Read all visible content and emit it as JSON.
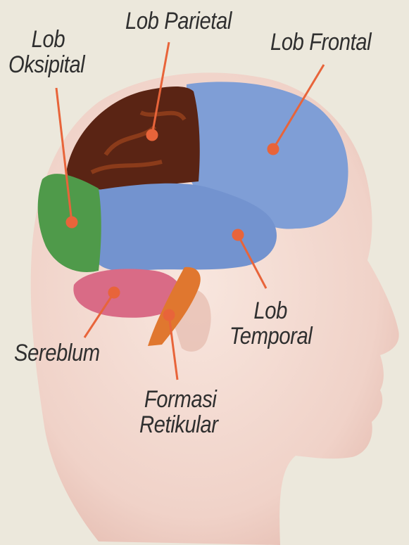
{
  "colors": {
    "background": "#ece8dc",
    "skin": "#f2d7cf",
    "lob_frontal": "#7f9ed6",
    "lob_temporal": "#7393cf",
    "lob_parietal": "#5a2414",
    "lob_oksipital": "#4f9a4a",
    "sereblum": "#d96b86",
    "formasi_retikular": "#e0772f",
    "pointer": "#e8643a"
  },
  "labels": {
    "lob_parietal": "Lob Parietal",
    "lob_frontal": "Lob Frontal",
    "lob_oksipital_line1": "Lob",
    "lob_oksipital_line2": "Oksipital",
    "lob_temporal_line1": "Lob",
    "lob_temporal_line2": "Temporal",
    "sereblum": "Sereblum",
    "formasi_retikular_line1": "Formasi",
    "formasi_retikular_line2": "Retikular"
  }
}
